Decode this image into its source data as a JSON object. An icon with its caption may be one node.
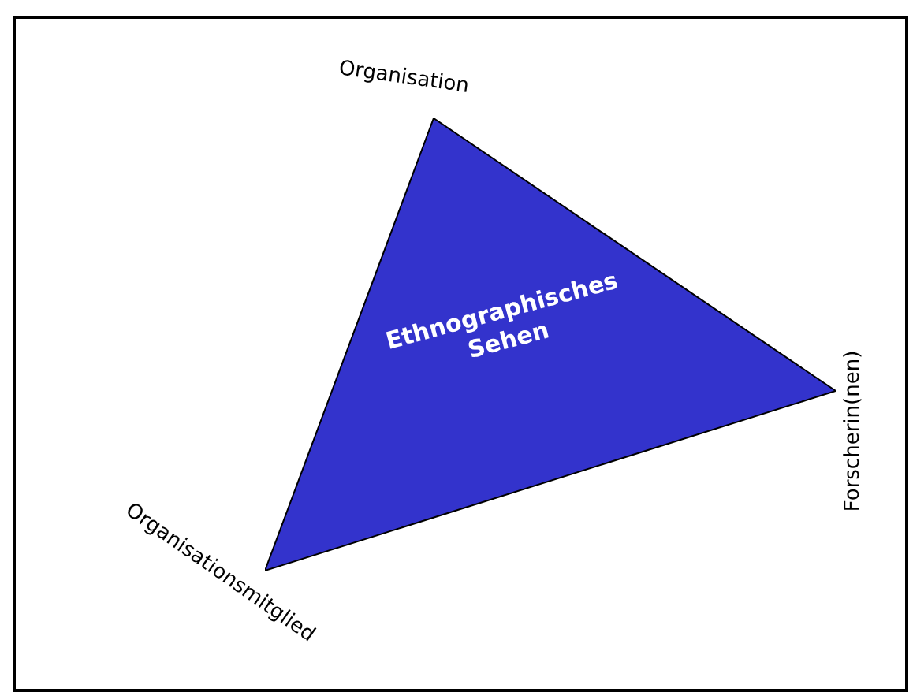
{
  "diagram": {
    "nodes": [
      {
        "text": [
          "Ethnographisches Sehen"
        ]
      }
    ],
    "labels": [
      "Organisation",
      "Forscherin(nen)",
      "Organisationsmitglied"
    ]
  }
}
